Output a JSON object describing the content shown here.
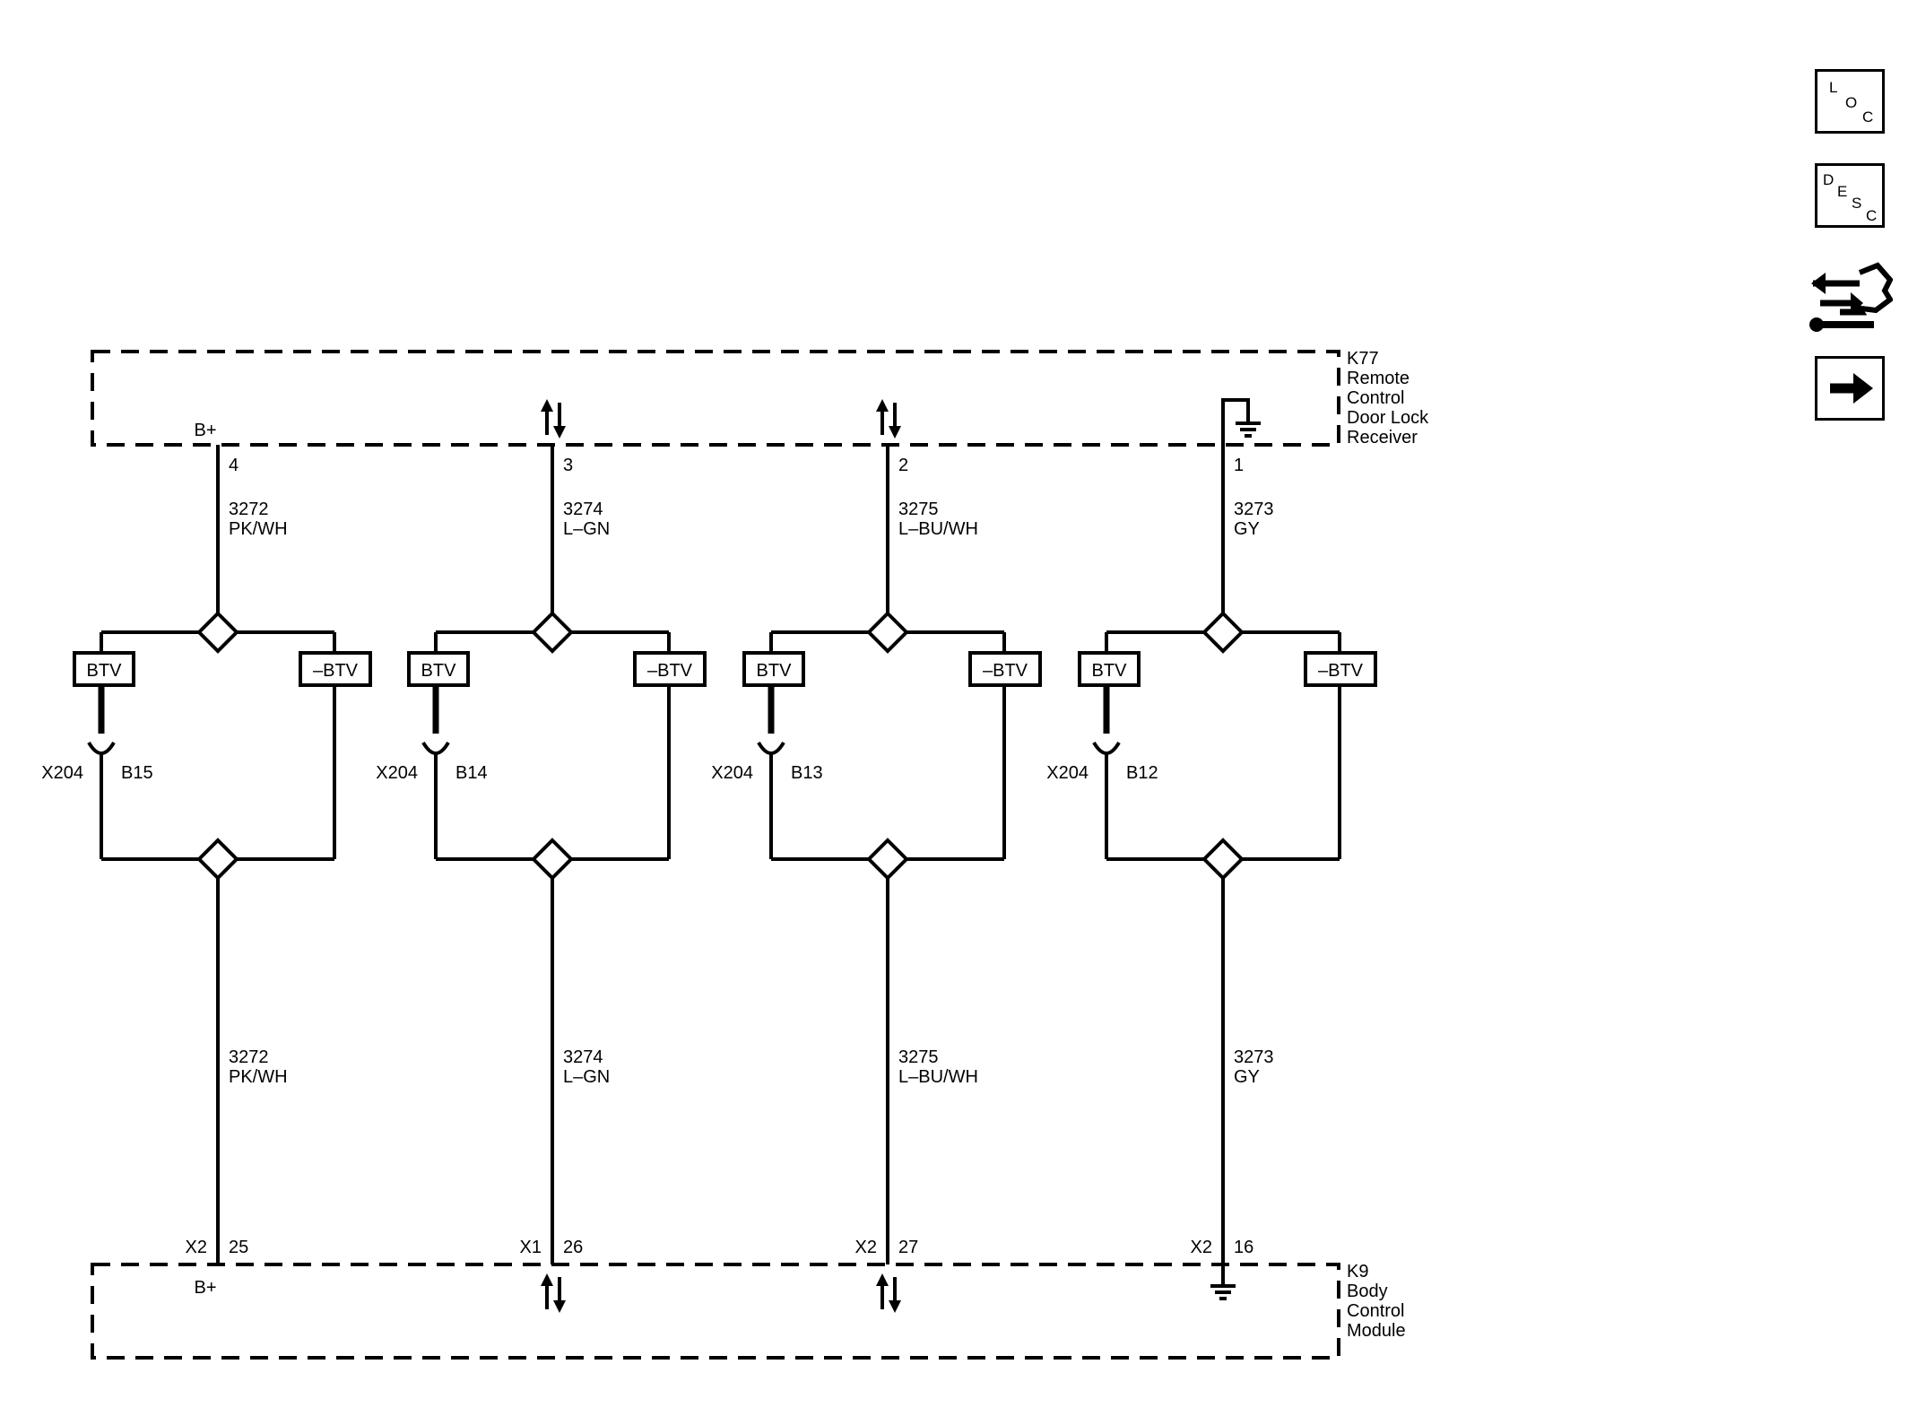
{
  "modules": {
    "top": {
      "id": "K77",
      "name_lines": [
        "Remote",
        "Control",
        "Door Lock",
        "Receiver"
      ]
    },
    "bottom": {
      "id": "K9",
      "name_lines": [
        "Body",
        "Control",
        "Module"
      ]
    }
  },
  "circuits": [
    {
      "top_pin": "4",
      "top_label": "B+",
      "top_symbol": "none",
      "circuit": "3272",
      "color": "PK/WH",
      "splice_connector": "X204",
      "splice_pin": "B15",
      "btv": "BTV",
      "neg_btv": "–BTV",
      "bottom_connector": "X2",
      "bottom_pin": "25",
      "bottom_label": "B+",
      "bottom_symbol": "none"
    },
    {
      "top_pin": "3",
      "top_label": "",
      "top_symbol": "bidirectional",
      "circuit": "3274",
      "color": "L–GN",
      "splice_connector": "X204",
      "splice_pin": "B14",
      "btv": "BTV",
      "neg_btv": "–BTV",
      "bottom_connector": "X1",
      "bottom_pin": "26",
      "bottom_label": "",
      "bottom_symbol": "bidirectional"
    },
    {
      "top_pin": "2",
      "top_label": "",
      "top_symbol": "bidirectional",
      "circuit": "3275",
      "color": "L–BU/WH",
      "splice_connector": "X204",
      "splice_pin": "B13",
      "btv": "BTV",
      "neg_btv": "–BTV",
      "bottom_connector": "X2",
      "bottom_pin": "27",
      "bottom_label": "",
      "bottom_symbol": "bidirectional"
    },
    {
      "top_pin": "1",
      "top_label": "",
      "top_symbol": "ground",
      "circuit": "3273",
      "color": "GY",
      "splice_connector": "X204",
      "splice_pin": "B12",
      "btv": "BTV",
      "neg_btv": "–BTV",
      "bottom_connector": "X2",
      "bottom_pin": "16",
      "bottom_label": "",
      "bottom_symbol": "ground"
    }
  ],
  "side_icons": [
    {
      "name": "loc-icon",
      "letters": [
        "L",
        "O",
        "C"
      ]
    },
    {
      "name": "desc-icon",
      "letters": [
        "D",
        "E",
        "S",
        "C"
      ]
    },
    {
      "name": "connector-view-icon",
      "letters": []
    },
    {
      "name": "next-arrow-icon",
      "letters": []
    }
  ]
}
